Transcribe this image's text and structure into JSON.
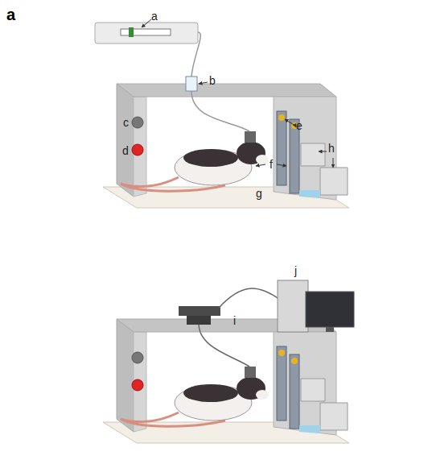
{
  "diagram": {
    "labels": [
      "a",
      "a",
      "b",
      "c",
      "d",
      "e",
      "f",
      "g",
      "h",
      "i",
      "j"
    ]
  }
}
